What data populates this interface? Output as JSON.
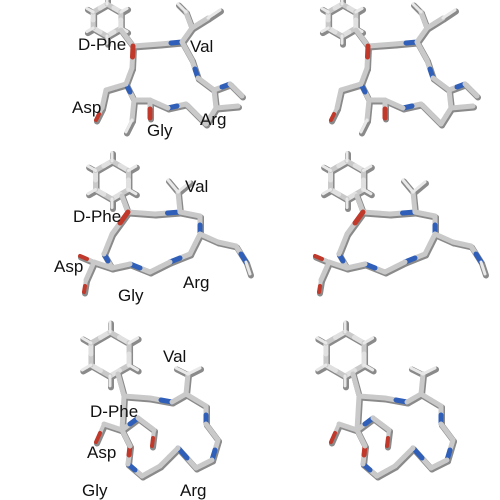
{
  "colors": {
    "carbon": "#c9c9c9",
    "carbon_light": "#e0e0e0",
    "nitrogen": "#2f5fb8",
    "oxygen": "#c0392b",
    "hydrogen": "#e8e8e8",
    "label": "#111111"
  },
  "panels": [
    {
      "row": 1,
      "labels": {
        "phe": "D-Phe",
        "val": "Val",
        "asp": "Asp",
        "gly": "Gly",
        "arg": "Arg"
      }
    },
    {
      "row": 2,
      "labels": {
        "phe": "D-Phe",
        "val": "Val",
        "asp": "Asp",
        "gly": "Gly",
        "arg": "Arg"
      }
    },
    {
      "row": 3,
      "labels": {
        "phe": "D-Phe",
        "val": "Val",
        "asp": "Asp",
        "gly": "Gly",
        "arg": "Arg"
      }
    }
  ]
}
